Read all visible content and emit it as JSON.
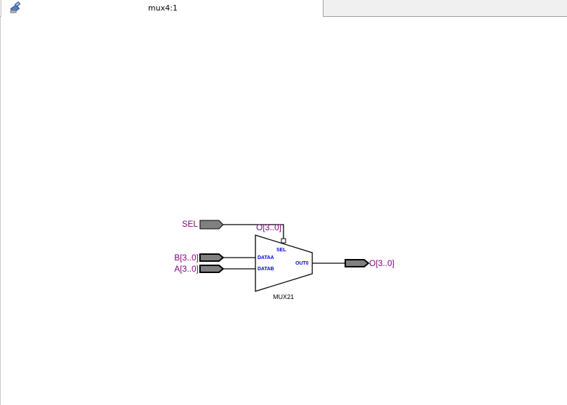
{
  "tab": {
    "title": "mux4:1",
    "icon": "schematic-icon"
  },
  "inputs": {
    "sel": "SEL",
    "b": "B[3..0]",
    "a": "A[3..0]"
  },
  "output": {
    "label": "O[3..0]"
  },
  "sel_net_label": "O[3..0]",
  "mux": {
    "instance": "MUX21",
    "ports": {
      "sel": "SEL",
      "dataa": "DATAA",
      "datab": "DATAB",
      "out": "OUT0"
    }
  },
  "colors": {
    "label": "#800080",
    "port": "#0000cc",
    "pin_fill": "#808080"
  }
}
